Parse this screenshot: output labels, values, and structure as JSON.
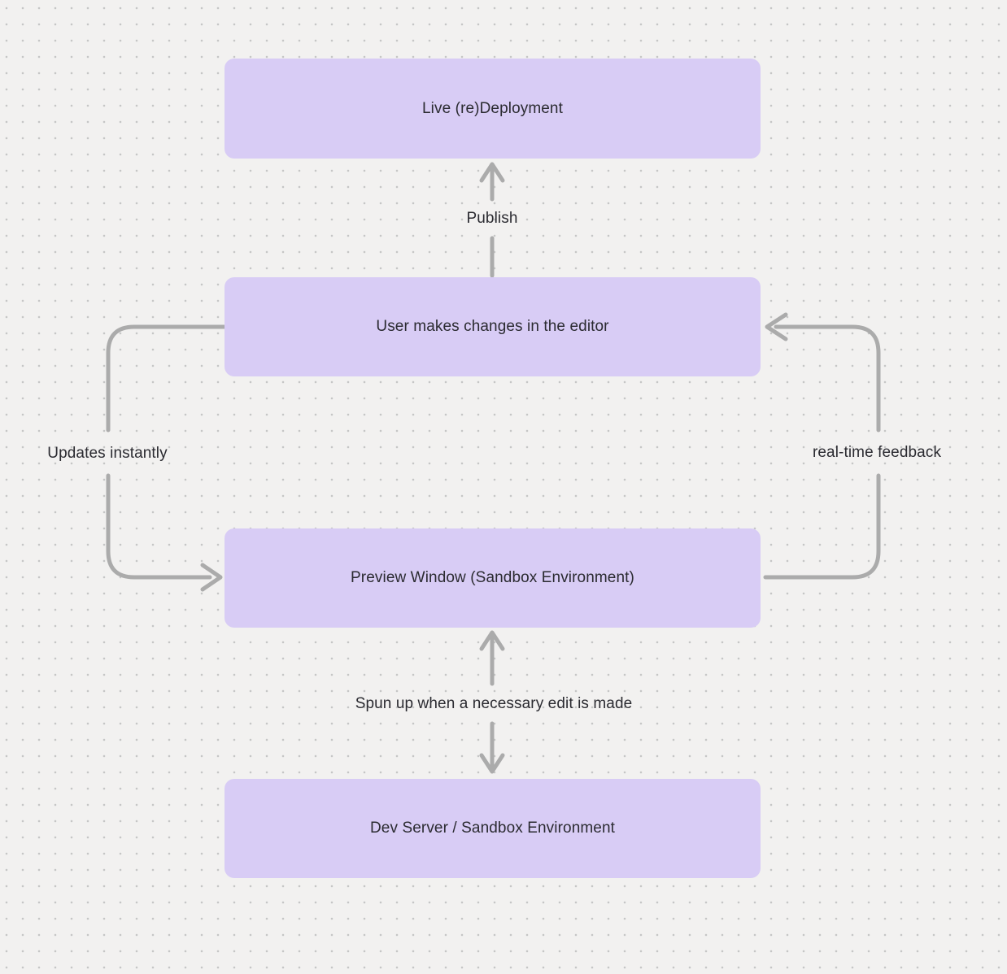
{
  "colors": {
    "background": "#f2f1f0",
    "grid_dot": "#c6c6c6",
    "node_fill": "#d8ccf5",
    "node_text": "#2b2b31",
    "edge_stroke": "#ababab",
    "edge_label_text": "#2b2b31"
  },
  "nodes": [
    {
      "id": "live-redeployment",
      "label": "Live (re)Deployment"
    },
    {
      "id": "user-makes-changes",
      "label": "User makes changes in the editor"
    },
    {
      "id": "preview-window",
      "label": "Preview Window (Sandbox Environment)"
    },
    {
      "id": "dev-server",
      "label": "Dev Server / Sandbox Environment"
    }
  ],
  "edges": [
    {
      "id": "publish",
      "label": "Publish",
      "from": "user-makes-changes",
      "to": "live-redeployment",
      "arrow": "up"
    },
    {
      "id": "updates-instantly",
      "label": "Updates instantly",
      "from": "user-makes-changes",
      "to": "preview-window",
      "arrow": "left-loop-down"
    },
    {
      "id": "real-time-feedback",
      "label": "real-time feedback",
      "from": "preview-window",
      "to": "user-makes-changes",
      "arrow": "right-loop-up"
    },
    {
      "id": "spun-up",
      "label": "Spun up when a necessary edit is made",
      "from": "dev-server",
      "to": "preview-window",
      "arrow": "bidirectional"
    }
  ]
}
